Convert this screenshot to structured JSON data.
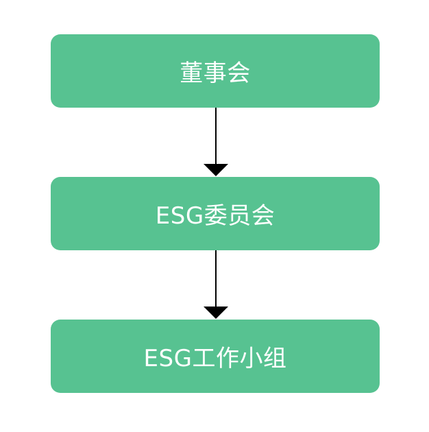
{
  "diagram": {
    "type": "vertical-flowchart",
    "node_color": "#57C291",
    "text_color": "#FFFFFF",
    "arrow_color": "#000000",
    "nodes": [
      {
        "id": "board",
        "label": "董事会"
      },
      {
        "id": "esg-committee",
        "label": "ESG委员会"
      },
      {
        "id": "esg-working-group",
        "label": "ESG工作小组"
      }
    ],
    "edges": [
      {
        "from": "board",
        "to": "esg-committee"
      },
      {
        "from": "esg-committee",
        "to": "esg-working-group"
      }
    ]
  }
}
